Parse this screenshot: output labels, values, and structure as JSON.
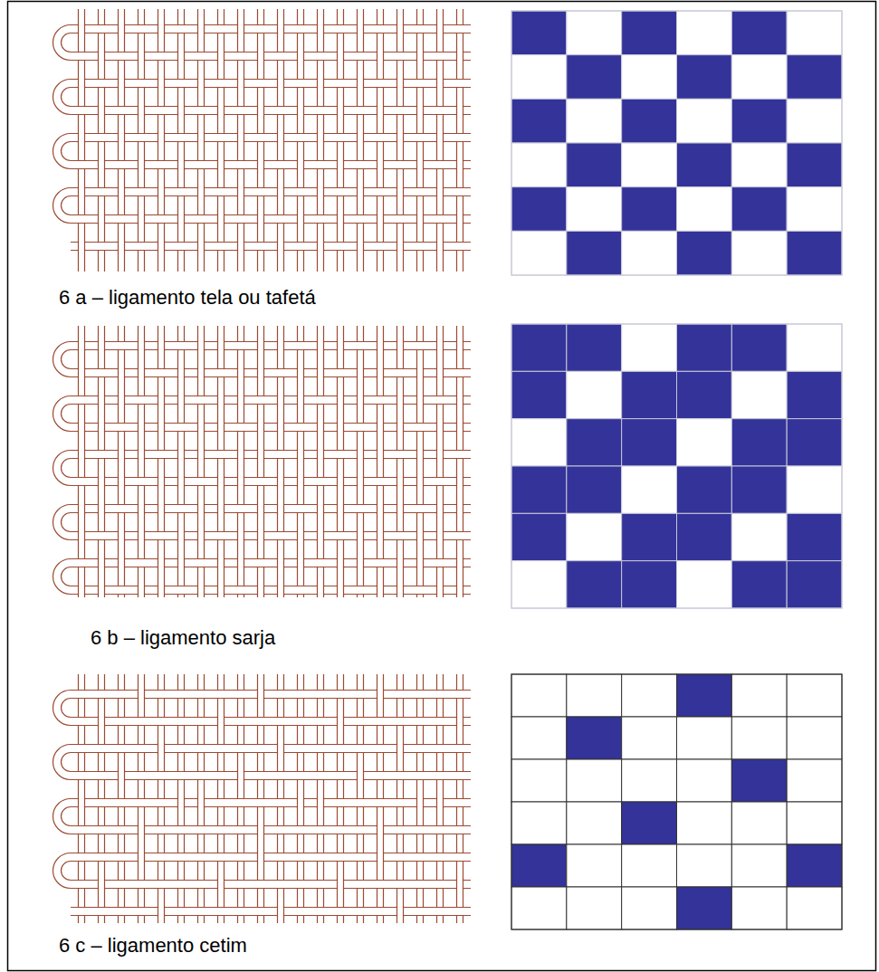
{
  "diagram": {
    "labels": [
      "6 a – ligamento tela ou tafetá",
      "6 b – ligamento sarja",
      "6 c – ligamento cetim"
    ]
  }
}
